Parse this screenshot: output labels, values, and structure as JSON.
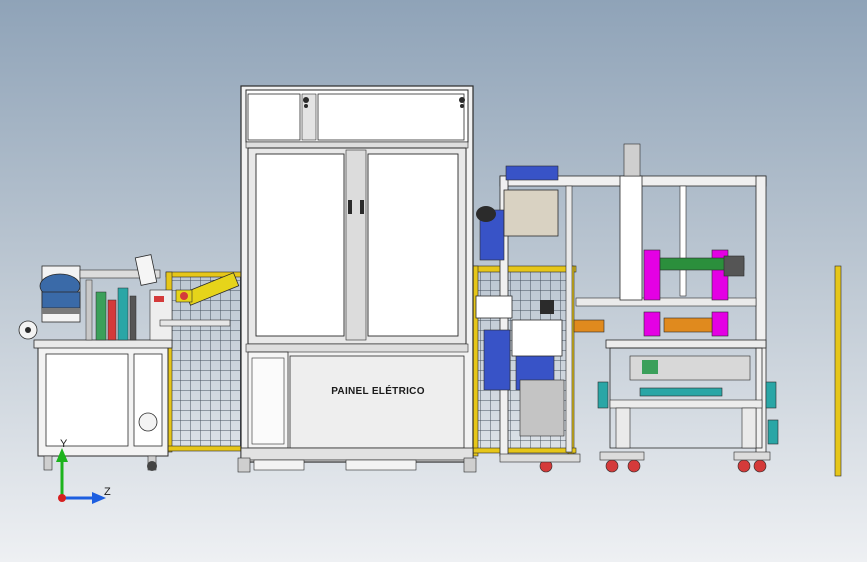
{
  "model": {
    "cabinet_label": "PAINEL ELÉTRICO"
  },
  "triad": {
    "vertical_axis": "Y",
    "horizontal_axis": "Z"
  },
  "colors": {
    "frame": "#f0f0f0",
    "outline": "#2b2b2b",
    "guard_yellow": "#e6c619",
    "mesh": "#2f3b49",
    "cyan": "#2aa6a6",
    "blue_motor": "#3853c7",
    "magenta": "#e400e4",
    "orange": "#e08a1e",
    "green_axis": "#1db31d",
    "blue_axis": "#1d5ee0",
    "red_origin": "#d61f1f"
  }
}
